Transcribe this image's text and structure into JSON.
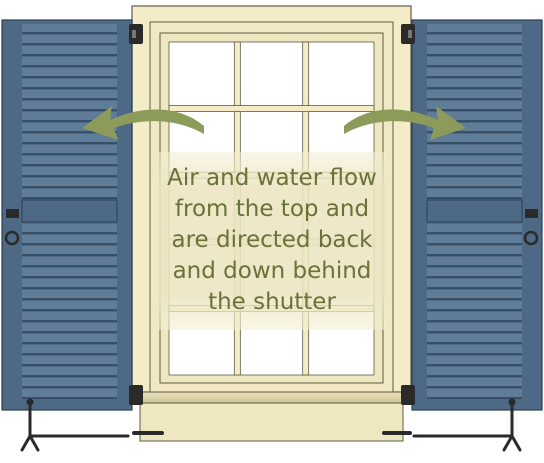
{
  "caption": {
    "lines": [
      "Air and water flow",
      "from the top and",
      "are directed back",
      "and down behind",
      "the shutter"
    ]
  },
  "colors": {
    "shutter_fill": "#4d6985",
    "shutter_edge": "#2b3f52",
    "louver_fill": "#5f7c98",
    "louver_shadow": "#2f4358",
    "frame_fill": "#f3ecc6",
    "frame_edge": "#5e5a45",
    "glass": "#ffffff",
    "arrow": "#8c9a5a",
    "caption_text": "#6b7139",
    "hardware": "#2a2a2a"
  },
  "icons": {
    "arrow_left": "curved-arrow-left-icon",
    "arrow_right": "curved-arrow-right-icon"
  }
}
